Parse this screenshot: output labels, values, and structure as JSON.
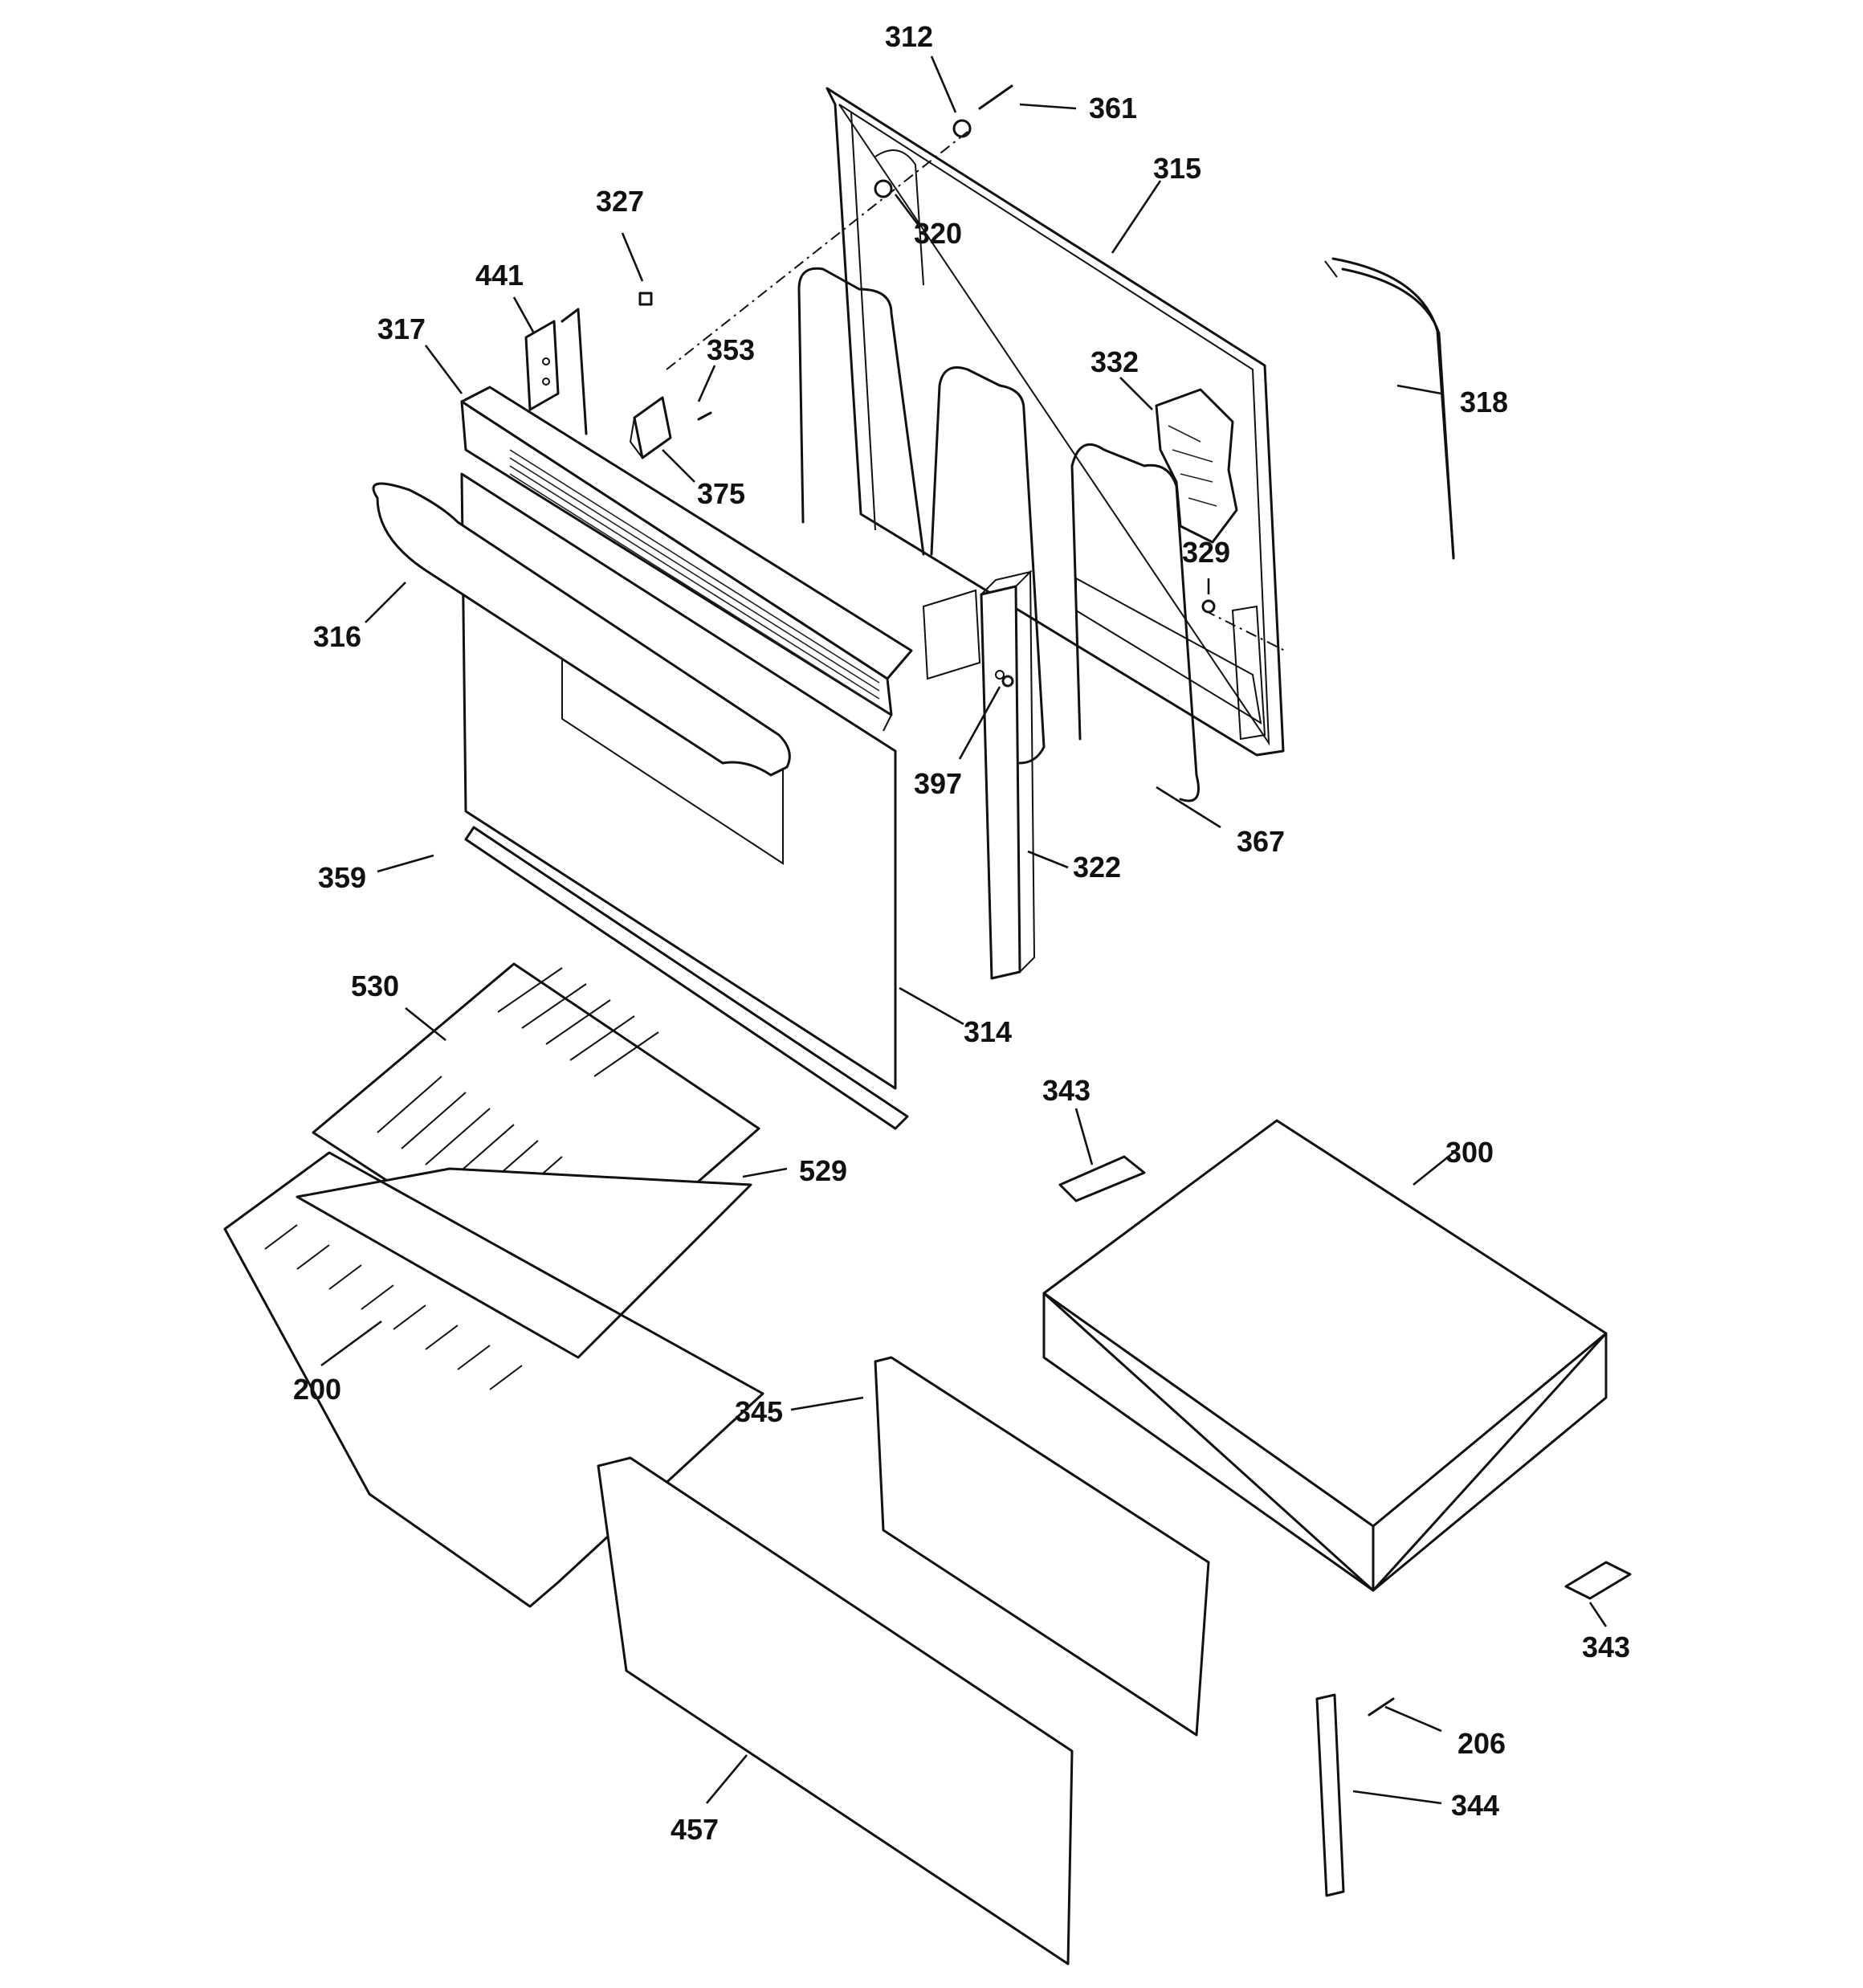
{
  "diagram": {
    "callouts": [
      "312",
      "361",
      "315",
      "320",
      "327",
      "441",
      "353",
      "317",
      "332",
      "318",
      "375",
      "329",
      "316",
      "397",
      "367",
      "322",
      "359",
      "530",
      "314",
      "343",
      "300",
      "529",
      "200",
      "345",
      "343",
      "206",
      "344",
      "457"
    ]
  }
}
